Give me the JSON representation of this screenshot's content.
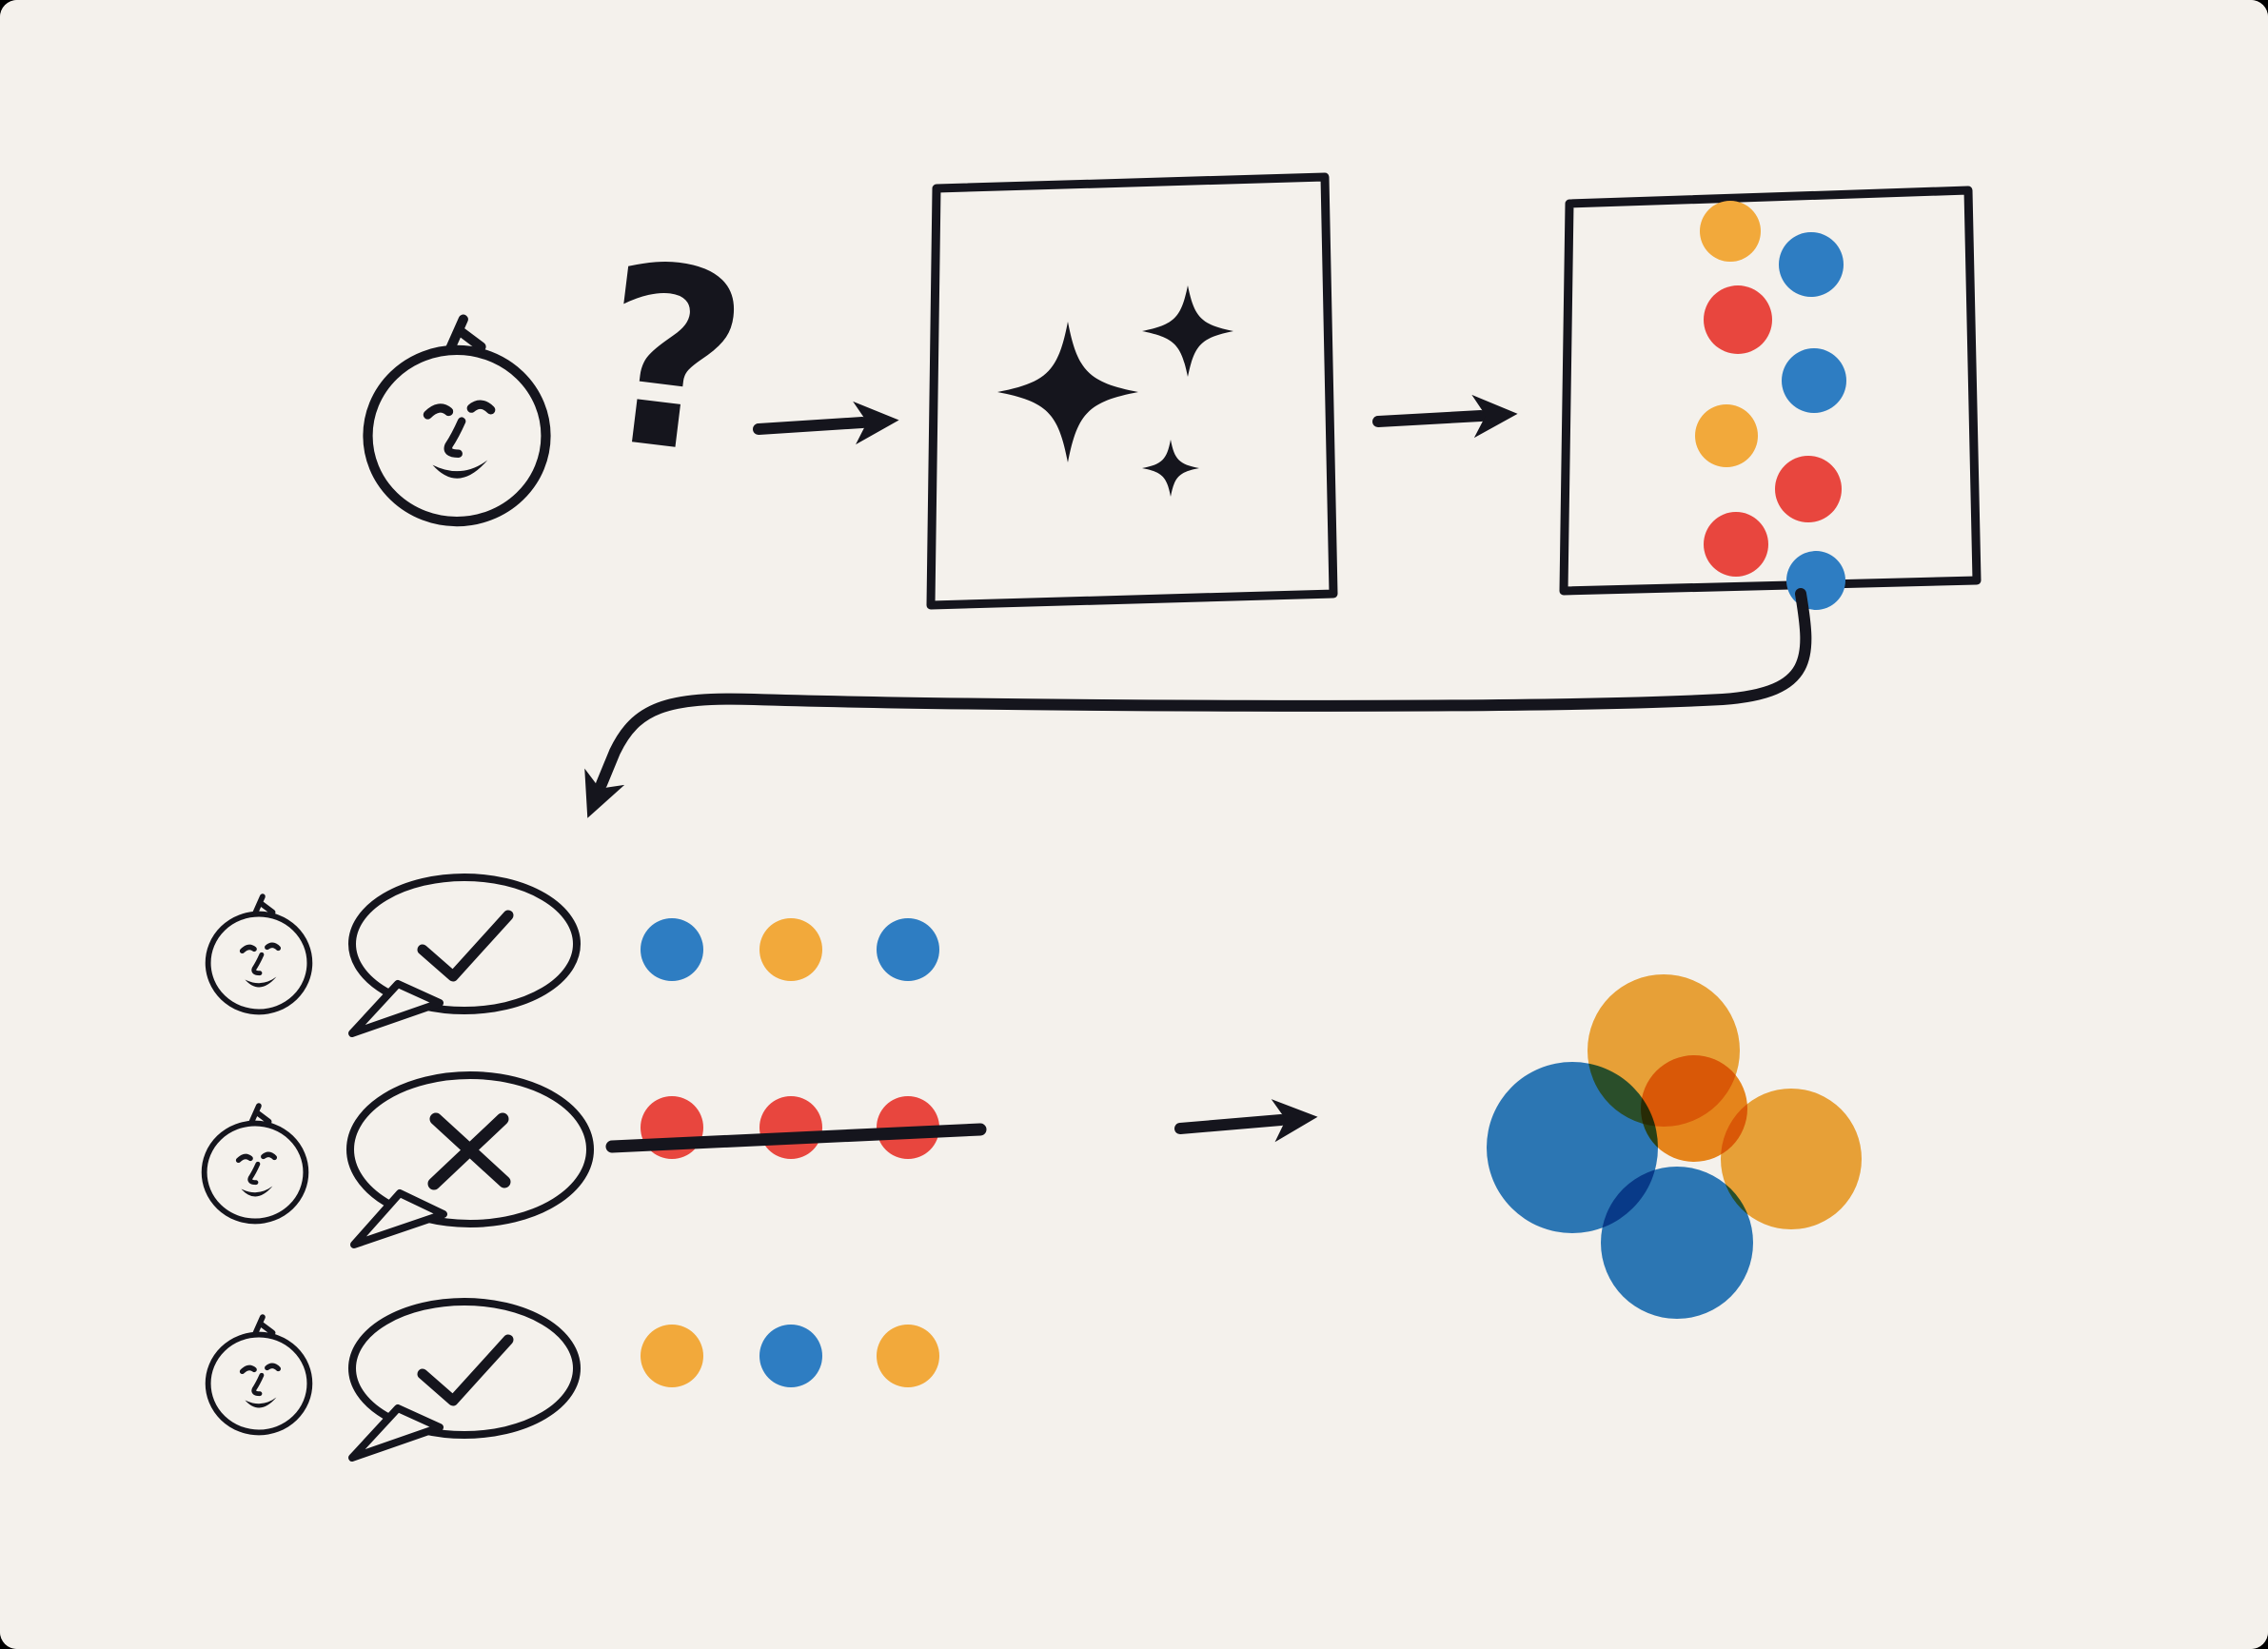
{
  "description": "hand-drawn diagram: a person asks a question, a model (sparkles box) produces colored-dot outputs, humans rate samples with checks and an X, and approved outputs aggregate into a blended cluster",
  "background": "#f4f1ec",
  "ink": "#15151d",
  "palette": {
    "blue": "#2e7dc2",
    "yellow": "#f2a93b",
    "orange": "#f08c1d",
    "red": "#e8463e"
  },
  "top_flow": {
    "question_mark": "?",
    "user": {
      "icon": "person-face-icon"
    },
    "model_box": {
      "icon": "sparkles-icon"
    },
    "output_box": {
      "icon": "dot-grid",
      "dots": [
        "yellow",
        "blue",
        "red",
        "blue",
        "yellow",
        "red",
        "red",
        "blue"
      ]
    }
  },
  "feedback": {
    "rows": [
      {
        "face": "person-face-icon",
        "mark": "check",
        "dots": [
          "blue",
          "yellow",
          "blue"
        ],
        "struck": false
      },
      {
        "face": "person-face-icon",
        "mark": "x",
        "dots": [
          "red",
          "red",
          "red"
        ],
        "struck": true
      },
      {
        "face": "person-face-icon",
        "mark": "check",
        "dots": [
          "yellow",
          "blue",
          "yellow"
        ],
        "struck": false
      }
    ]
  },
  "result": {
    "cluster": [
      {
        "role": "left",
        "color": "blue"
      },
      {
        "role": "top",
        "color": "yellow"
      },
      {
        "role": "top-inner",
        "color": "orange"
      },
      {
        "role": "right",
        "color": "yellow"
      },
      {
        "role": "bottom",
        "color": "blue"
      }
    ],
    "blend_mode": "multiply"
  }
}
